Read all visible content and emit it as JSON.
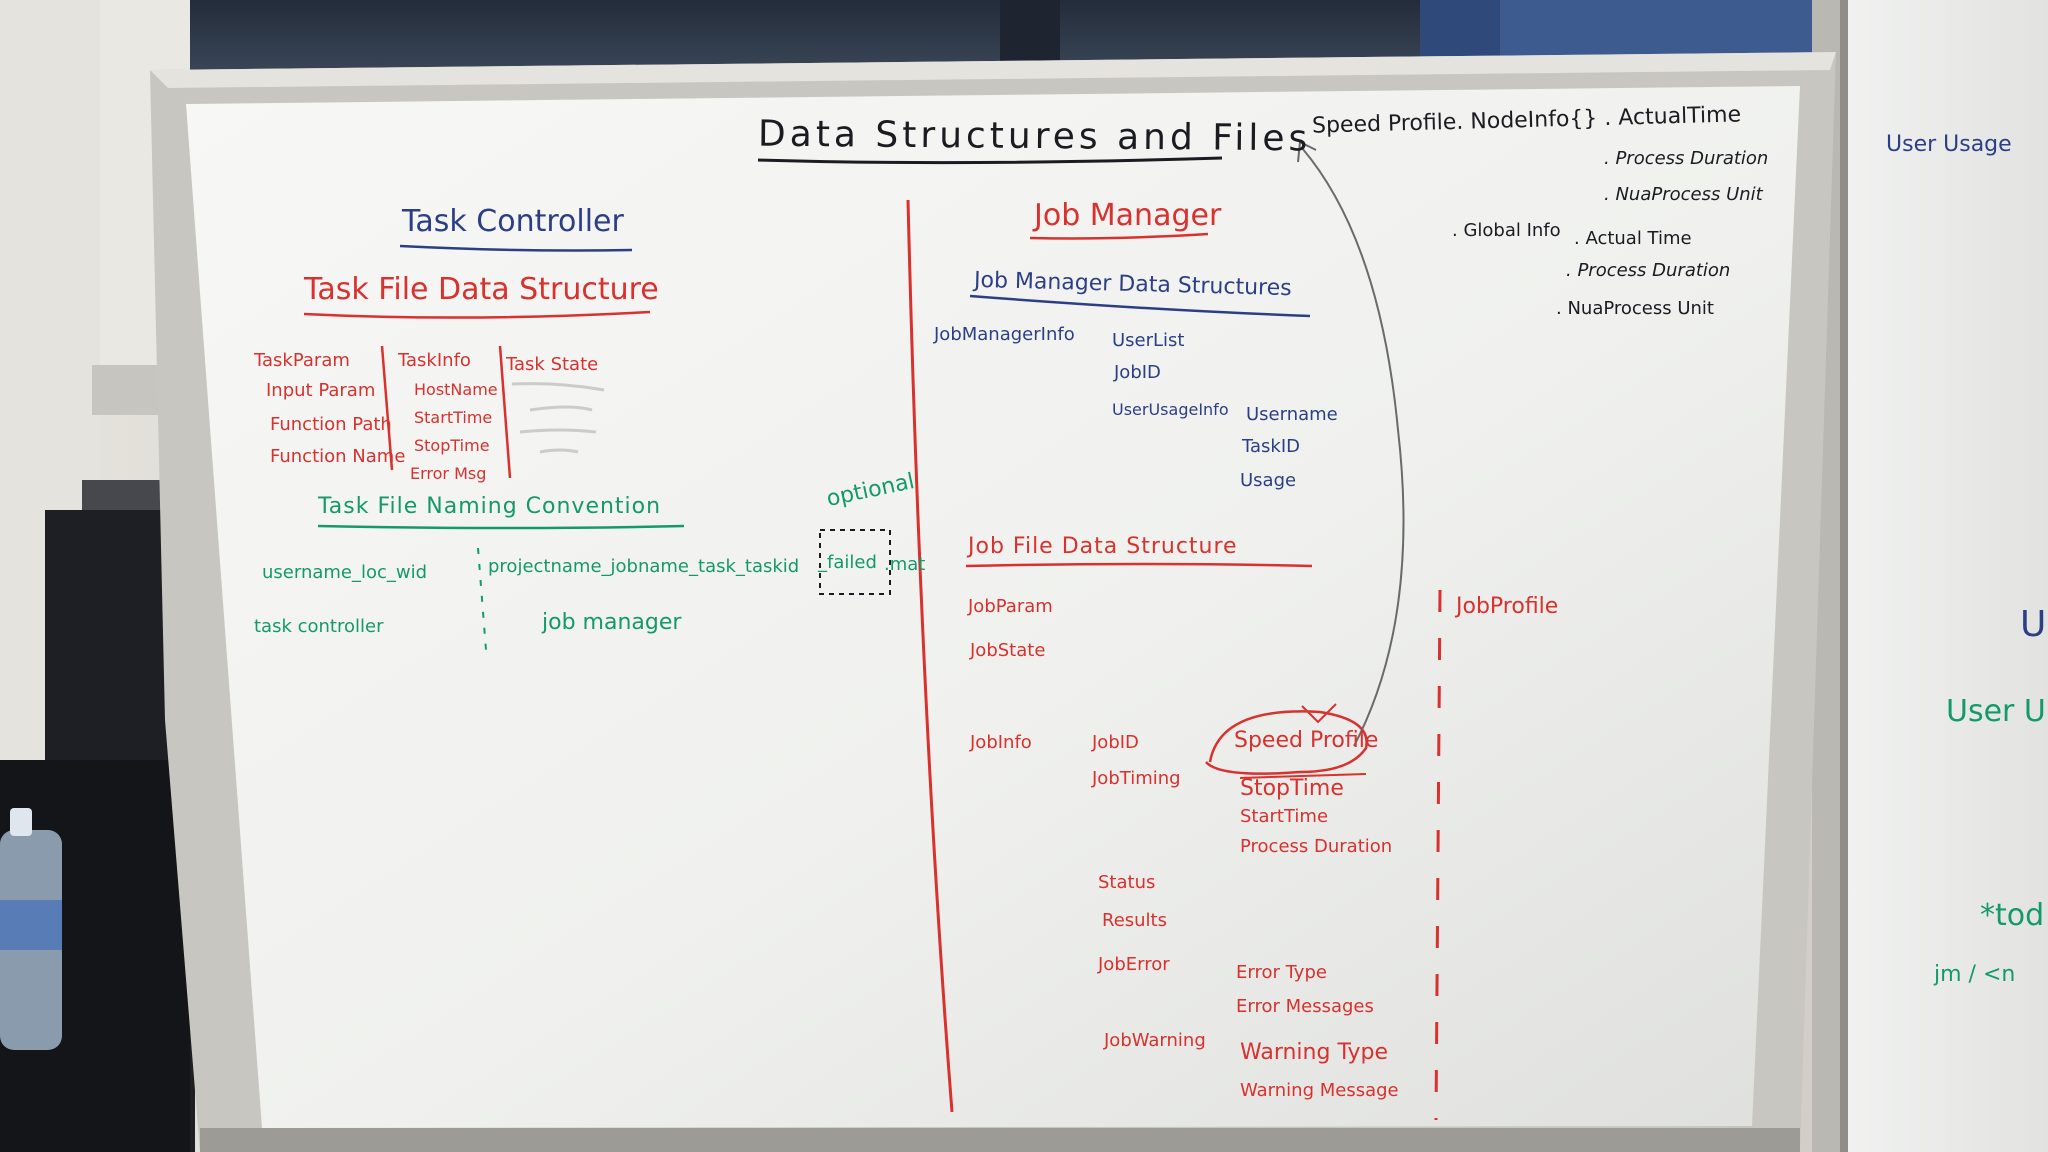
{
  "board": {
    "title": "Data Structures and Files",
    "speed_profile": {
      "header": "Speed Profile. NodeInfo{} . ActualTime",
      "items": [
        ". Process Duration",
        ". NuaProcess Unit"
      ]
    },
    "global_info": {
      "label": ". Global Info",
      "items": [
        ". Actual Time",
        ". Process Duration",
        ". NuaProcess Unit"
      ]
    },
    "task_controller": {
      "heading": "Task Controller",
      "task_file_heading": "Task File Data Structure",
      "col1": [
        "TaskParam",
        "Input Param",
        "Function Path",
        "Function Name"
      ],
      "col2_header": "TaskInfo",
      "col2": [
        "HostName",
        "StartTime",
        "StopTime",
        "Error Msg"
      ],
      "col3_header": "Task State",
      "naming_heading": "Task File Naming Convention",
      "optional": "optional",
      "naming_left": "username_loc_wid",
      "naming_right": "projectname_jobname_task_taskid",
      "failed": "_failed",
      "ext": ".mat",
      "tc_label": "task controller",
      "jm_label": "job manager"
    },
    "job_manager": {
      "heading": "Job Manager",
      "ds_heading": "Job Manager Data Structures",
      "jmi": "JobManagerInfo",
      "jmi_items": [
        "UserList",
        "JobID",
        "UserUsageInfo"
      ],
      "uui_items": [
        "Username",
        "TaskID",
        "Usage"
      ],
      "file_heading": "Job File Data Structure",
      "job_param": "JobParam",
      "job_state": "JobState",
      "job_info": "JobInfo",
      "job_id": "JobID",
      "job_timing": "JobTiming",
      "speed_profile": "Speed Profile",
      "timing_items": [
        "StopTime",
        "StartTime",
        "Process Duration"
      ],
      "status": "Status",
      "results": "Results",
      "job_error": "JobError",
      "error_items": [
        "Error Type",
        "Error Messages"
      ],
      "job_warning": "JobWarning",
      "warning_items": [
        "Warning Type",
        "Warning Message"
      ],
      "job_profile": "JobProfile"
    },
    "right_board": {
      "title": "User Usage",
      "u": "U",
      "user": "User U",
      "tod": "*tod",
      "jm": "jm / <n"
    }
  }
}
